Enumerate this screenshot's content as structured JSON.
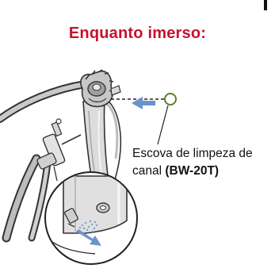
{
  "heading": {
    "title": "Enquanto imerso:",
    "color": "#c8102e"
  },
  "illustration": {
    "subject": "endoscope-control-section",
    "arrow_color": "#6a93c9",
    "callout": {
      "line1": "Escova de limpeza de",
      "line2_prefix": "canal ",
      "model": "(BW-20T)"
    }
  }
}
